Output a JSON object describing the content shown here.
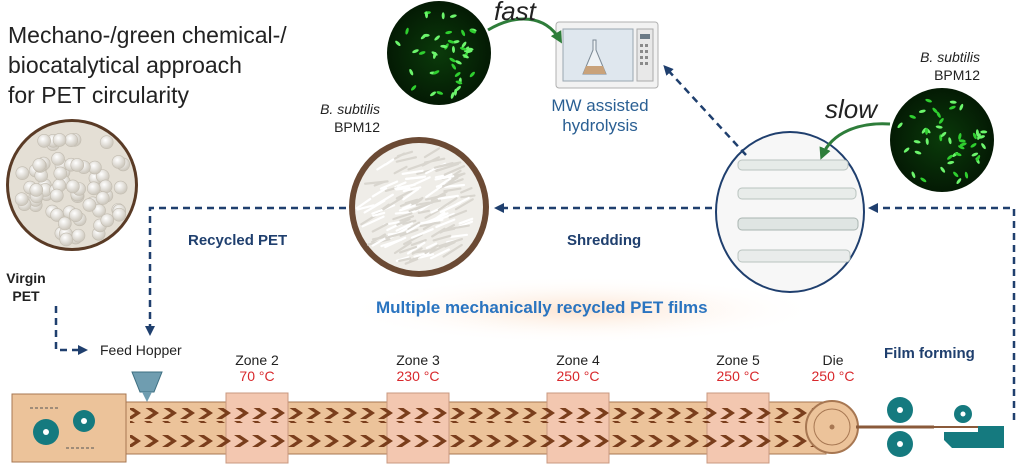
{
  "title_lines": [
    "Mechano-/green chemical-/",
    "biocatalytical approach",
    "for PET circularity"
  ],
  "labels": {
    "fast": "fast",
    "slow": "slow",
    "mw": [
      "MW assisted",
      "hydrolysis"
    ],
    "bsub_left": [
      "B. subtilis",
      "BPM12"
    ],
    "bsub_right": [
      "B. subtilis",
      "BPM12"
    ],
    "recycled_pet": "Recycled PET",
    "shredding": "Shredding",
    "virgin_pet": [
      "Virgin",
      "PET"
    ],
    "multiple_films": "Multiple mechanically recycled PET films",
    "feed_hopper": "Feed Hopper",
    "film_forming": "Film forming"
  },
  "zones": [
    {
      "name": "Zone 2",
      "temp": "70 °C"
    },
    {
      "name": "Zone 3",
      "temp": "230 °C"
    },
    {
      "name": "Zone 4",
      "temp": "250 °C"
    },
    {
      "name": "Zone 5",
      "temp": "250 °C"
    },
    {
      "name": "Die",
      "temp": "250 °C"
    }
  ],
  "colors": {
    "navy_arrow": "#1f3f6e",
    "green_arrow": "#2e7d3a",
    "extruder": "#e9b98a",
    "teal": "#157a7f",
    "red_temp": "#d8282c"
  }
}
